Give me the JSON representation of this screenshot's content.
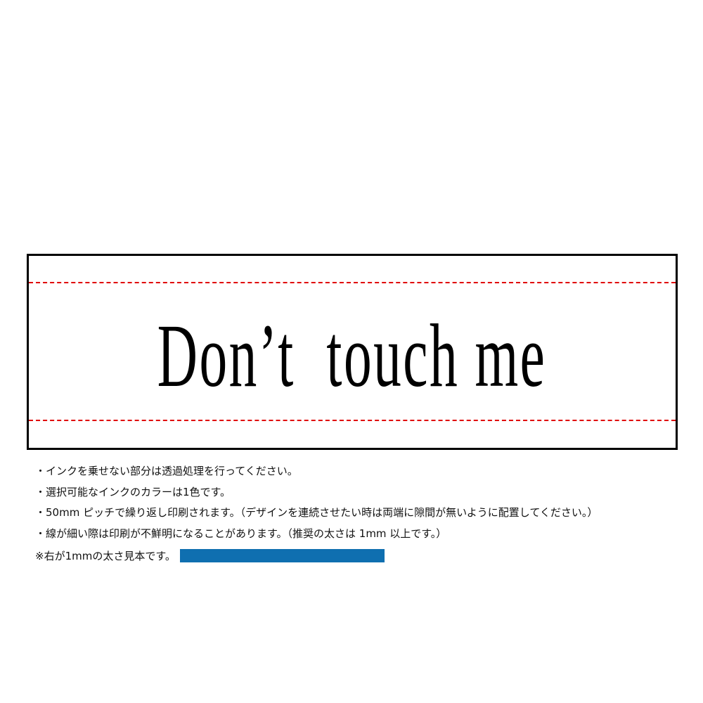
{
  "design": {
    "text": "Don’t  touch me",
    "text_color": "#000000",
    "frame_color": "#000000",
    "guide_line_color": "#e00000"
  },
  "notes": [
    "・インクを乗せない部分は透過処理を行ってください。",
    "・選択可能なインクのカラーは1色です。",
    "・50mm ピッチで繰り返し印刷されます。（デザインを連続させたい時は両端に隙間が無いように配置してください。）",
    "・線が細い際は印刷が不鮮明になることがあります。（推奨の太さは 1mm 以上です。）"
  ],
  "sample": {
    "label": "※右が1mmの太さ見本です。",
    "bar_color": "#0f6fb0"
  }
}
